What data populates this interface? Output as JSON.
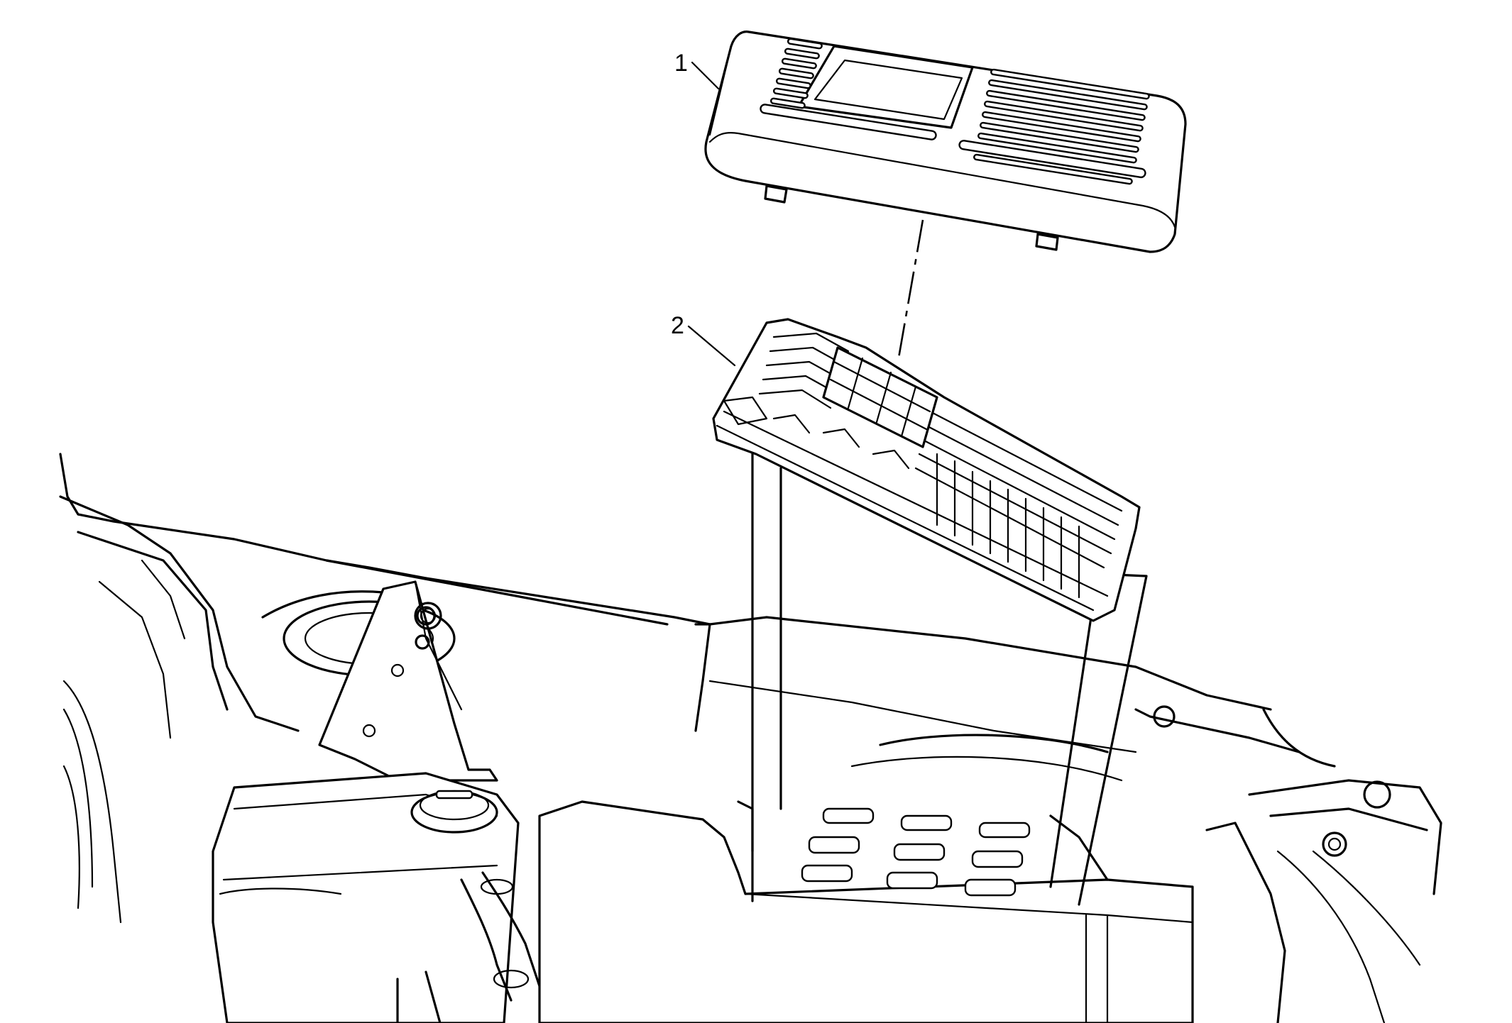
{
  "callouts": [
    {
      "id": "1",
      "label": "1"
    },
    {
      "id": "2",
      "label": "2"
    }
  ],
  "line_color": "#000000",
  "background_color": "#ffffff"
}
